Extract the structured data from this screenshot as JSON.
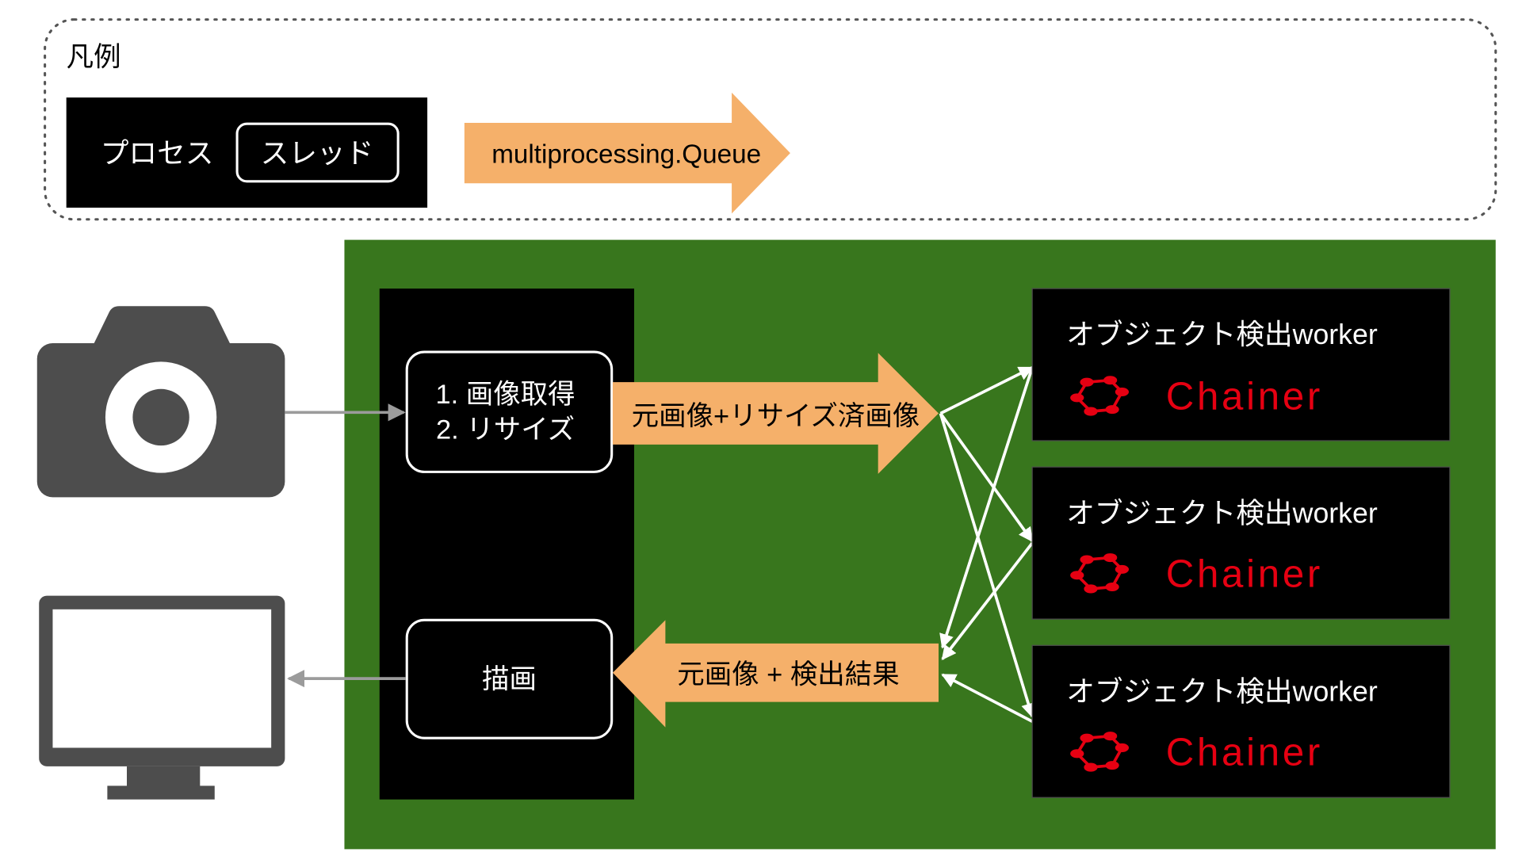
{
  "legend": {
    "title": "凡例",
    "process_label": "プロセス",
    "thread_label": "スレッド",
    "queue_label": "multiprocessing.Queue"
  },
  "main_process": {
    "capture_thread_line1": "1. 画像取得",
    "capture_thread_line2": "2. リサイズ",
    "draw_thread_label": "描画"
  },
  "queues": {
    "to_workers_label": "元画像+リサイズ済画像",
    "from_workers_label": "元画像 + 検出結果"
  },
  "workers": [
    {
      "title": "オブジェクト検出worker",
      "brand": "Chainer"
    },
    {
      "title": "オブジェクト検出worker",
      "brand": "Chainer"
    },
    {
      "title": "オブジェクト検出worker",
      "brand": "Chainer"
    }
  ],
  "icons": {
    "input_device": "camera-icon",
    "output_device": "monitor-icon",
    "framework_logo": "chainer-logo-icon"
  },
  "colors": {
    "process_bg": "#000000",
    "queue_arrow": "#f5b06a",
    "container_green": "#38761d",
    "device_gray": "#4d4d4d",
    "chainer_red": "#e60012"
  }
}
